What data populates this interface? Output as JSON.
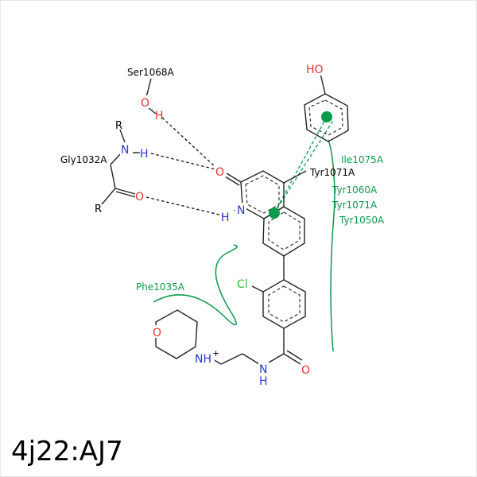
{
  "pdb_id": "4j22:AJ7",
  "residues": {
    "ser1068": "Ser1068A",
    "gly1032": "Gly1032A",
    "tyr1071_bonded": "Tyr1071A",
    "ile1075": "Ile1075A",
    "tyr1060": "Tyr1060A",
    "tyr1071": "Tyr1071A",
    "tyr1050": "Tyr1050A",
    "phe1035": "Phe1035A"
  },
  "atoms": {
    "ho": "HO",
    "o_water": "O",
    "h_water": "H",
    "r_top": "R",
    "n_gly": "N",
    "h_gly": "H",
    "o_gly": "O",
    "r_bottom": "R",
    "o_ligand": "O",
    "n_ligand": "N",
    "h_ligand": "H",
    "cl": "Cl",
    "nh_plus": "NH",
    "plus": "+",
    "o_morph": "O",
    "n_amide": "N",
    "h_amide": "H",
    "o_amide": "O"
  },
  "colors": {
    "oxygen": "#e8322d",
    "nitrogen": "#2b3bd1",
    "chlorine": "#2fbf2f",
    "interaction": "#0a9a4a",
    "bond": "#222222"
  }
}
